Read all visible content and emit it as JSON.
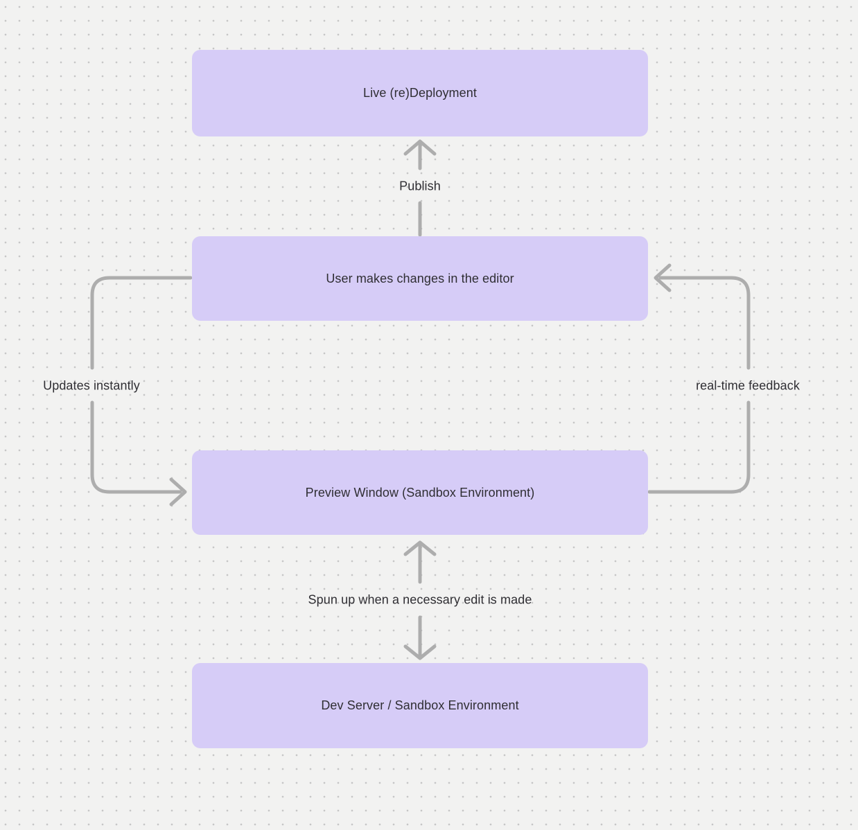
{
  "diagram": {
    "colors": {
      "background": "#f2f2f1",
      "dot": "#c6c6c6",
      "node_fill": "#d6ccf7",
      "text": "#2f2e33",
      "arrow": "#adadad"
    },
    "nodes": [
      {
        "id": "live-deployment",
        "label": "Live (re)Deployment"
      },
      {
        "id": "user-editor",
        "label": "User makes changes in the editor"
      },
      {
        "id": "preview-window",
        "label": "Preview Window (Sandbox Environment)"
      },
      {
        "id": "dev-server",
        "label": "Dev Server / Sandbox Environment"
      }
    ],
    "edges": [
      {
        "id": "publish",
        "label": "Publish",
        "from": "user-editor",
        "to": "live-deployment",
        "direction": "up"
      },
      {
        "id": "updates-instantly",
        "label": "Updates instantly",
        "from": "user-editor",
        "to": "preview-window",
        "direction": "down-left-loop"
      },
      {
        "id": "real-time-feedback",
        "label": "real-time feedback",
        "from": "preview-window",
        "to": "user-editor",
        "direction": "up-right-loop"
      },
      {
        "id": "spun-up",
        "label": "Spun up when a necessary edit is made",
        "from": "dev-server",
        "to": "preview-window",
        "direction": "both"
      }
    ]
  }
}
